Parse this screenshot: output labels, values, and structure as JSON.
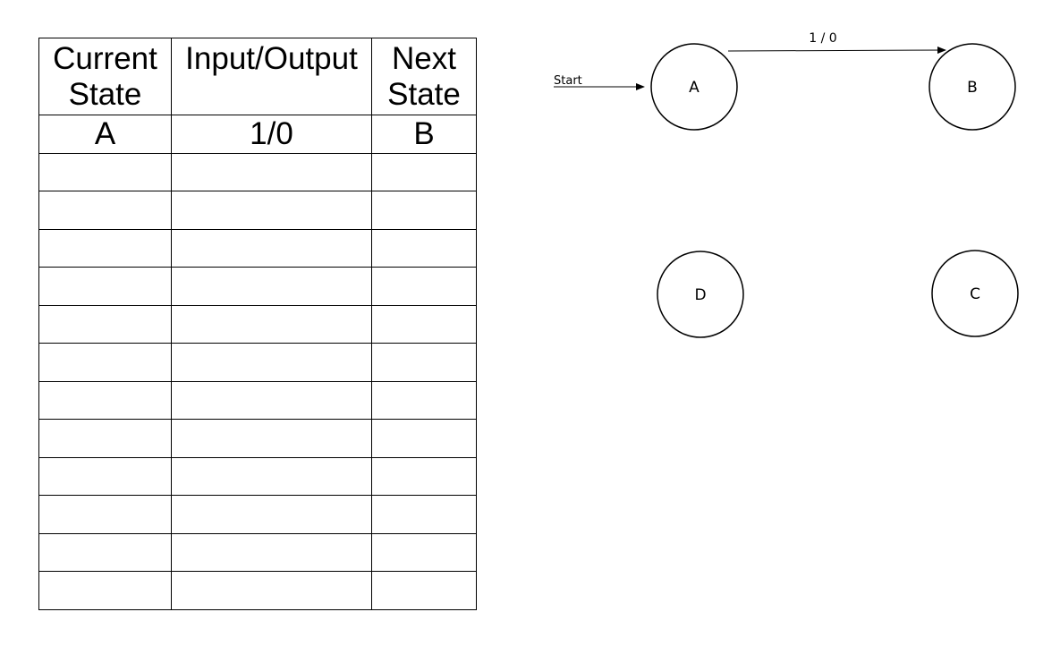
{
  "table": {
    "headers": [
      {
        "line1": "Current",
        "line2": "State"
      },
      {
        "line1": "Input/Output",
        "line2": ""
      },
      {
        "line1": "Next",
        "line2": "State"
      }
    ],
    "rows": [
      [
        "A",
        "1/0",
        "B"
      ],
      [
        "",
        "",
        ""
      ],
      [
        "",
        "",
        ""
      ],
      [
        "",
        "",
        ""
      ],
      [
        "",
        "",
        ""
      ],
      [
        "",
        "",
        ""
      ],
      [
        "",
        "",
        ""
      ],
      [
        "",
        "",
        ""
      ],
      [
        "",
        "",
        ""
      ],
      [
        "",
        "",
        ""
      ],
      [
        "",
        "",
        ""
      ],
      [
        "",
        "",
        ""
      ],
      [
        "",
        "",
        ""
      ]
    ]
  },
  "diagram": {
    "start_label": "Start",
    "states": {
      "a": "A",
      "b": "B",
      "c": "C",
      "d": "D"
    },
    "transitions": [
      {
        "from": "A",
        "to": "B",
        "label": "1 / 0"
      }
    ]
  }
}
